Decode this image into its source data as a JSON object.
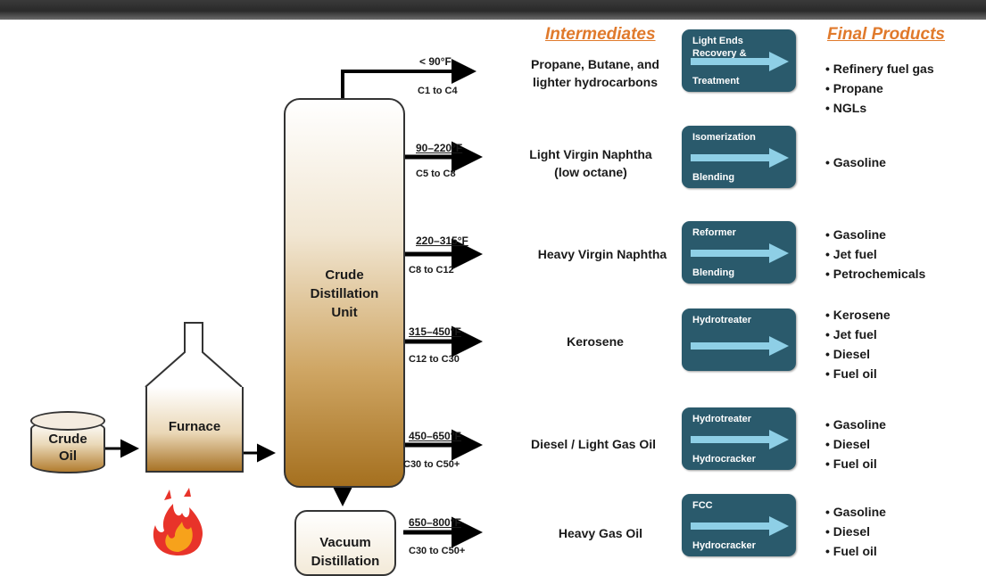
{
  "headers": {
    "intermediates": "Intermediates",
    "final_products": "Final Products"
  },
  "feed": {
    "tank_label": "Crude\nOil",
    "furnace_label": "Furnace",
    "column_label": "Crude\nDistillation\nUnit",
    "vacuum_label": "Vacuum\nDistillation"
  },
  "streams": [
    {
      "temp": "< 90°F",
      "carbons": "C1 to C4",
      "intermediate": "Propane, Butane, and\nlighter hydrocarbons",
      "process": [
        "Light Ends\nRecovery &",
        "Treatment"
      ],
      "products": [
        "Refinery fuel gas",
        "Propane",
        "NGLs"
      ]
    },
    {
      "temp": "90–220°F",
      "carbons": "C5 to C8",
      "intermediate": "Light Virgin Naphtha\n(low octane)",
      "process": [
        "Isomerization",
        "Blending"
      ],
      "products": [
        "Gasoline"
      ]
    },
    {
      "temp": "220–315°F",
      "carbons": "C8 to C12",
      "intermediate": "Heavy Virgin Naphtha",
      "process": [
        "Reformer",
        "Blending"
      ],
      "products": [
        "Gasoline",
        "Jet fuel",
        "Petrochemicals"
      ]
    },
    {
      "temp": "315–450°F",
      "carbons": "C12 to C30",
      "intermediate": "Kerosene",
      "process": [
        "Hydrotreater",
        ""
      ],
      "products": [
        "Kerosene",
        "Jet fuel",
        "Diesel",
        "Fuel oil"
      ]
    },
    {
      "temp": "450–650°F",
      "carbons": "C30 to C50+",
      "intermediate": "Diesel / Light Gas Oil",
      "process": [
        "Hydrotreater",
        "Hydrocracker"
      ],
      "products": [
        "Gasoline",
        "Diesel",
        "Fuel oil"
      ]
    },
    {
      "temp": "650–800°F",
      "carbons": "C30 to C50+",
      "intermediate": "Heavy Gas Oil",
      "process": [
        "FCC",
        "Hydrocracker"
      ],
      "products": [
        "Gasoline",
        "Diesel",
        "Fuel oil"
      ]
    }
  ],
  "colors": {
    "process_box": "#2a5a6c",
    "process_arrow": "#8ecfe6",
    "header": "#e07a2c",
    "flame_outer": "#e8332a",
    "flame_inner": "#f7a21b"
  }
}
